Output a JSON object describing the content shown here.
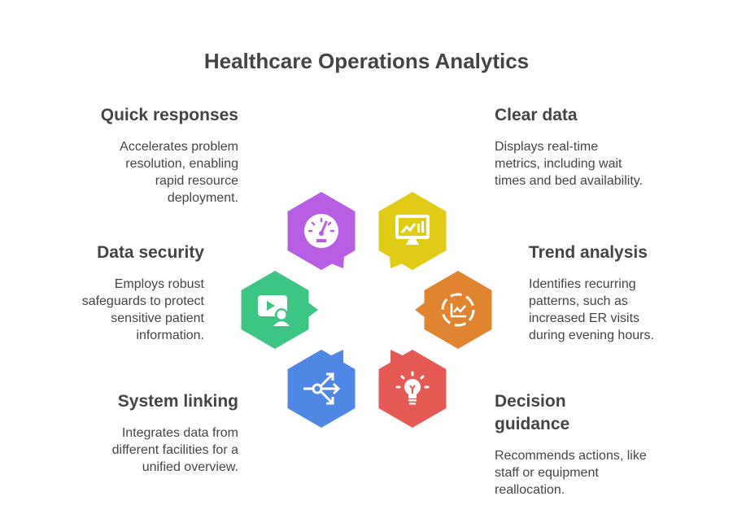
{
  "title": "Healthcare Operations Analytics",
  "items": [
    {
      "heading": "Quick responses",
      "text": "Accelerates problem resolution, enabling rapid resource deployment.",
      "icon": "speedometer-icon",
      "color": "#b85ee4"
    },
    {
      "heading": "Clear data",
      "text": "Displays real-time metrics, including wait times and bed availability.",
      "icon": "monitor-chart-icon",
      "color": "#e0cb15"
    },
    {
      "heading": "Data security",
      "text": "Employs robust safeguards to protect sensitive patient information.",
      "icon": "video-user-icon",
      "color": "#3cc583"
    },
    {
      "heading": "Trend analysis",
      "text": "Identifies recurring patterns, such as increased ER visits during evening hours.",
      "icon": "trend-chart-icon",
      "color": "#e0842f"
    },
    {
      "heading": "System linking",
      "text": "Integrates data from different facilities for a unified overview.",
      "icon": "share-arrows-icon",
      "color": "#4e87e4"
    },
    {
      "heading": "Decision guidance",
      "text": "Recommends actions, like staff or equipment reallocation.",
      "icon": "lightbulb-icon",
      "color": "#e55a55"
    }
  ]
}
